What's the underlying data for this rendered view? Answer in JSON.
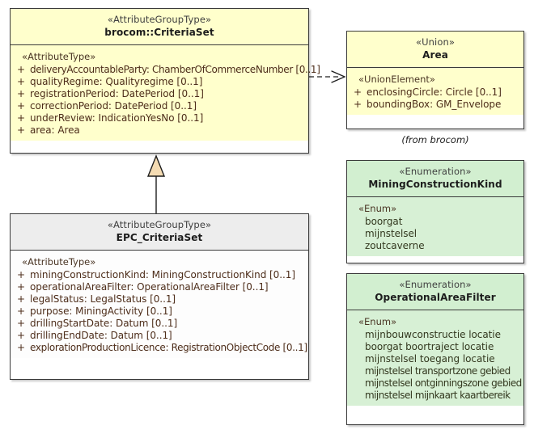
{
  "diagram": {
    "type": "uml-class-diagram",
    "background": "#ffffff",
    "colors": {
      "yellow_fill": "#ffffcc",
      "green_header": "#d2efd0",
      "green_fill": "#d7f0d5",
      "gray_header": "#ededed",
      "white_fill": "#fdfdfd",
      "border": "#3a3a3a",
      "attribute_text": "#4d2d1a",
      "enum_text": "#33381f",
      "generalization_fill": "#f5dcb3"
    }
  },
  "classes": {
    "criteria_set": {
      "stereotype": "«AttributeGroupType»",
      "name": "brocom::CriteriaSet",
      "compartment_stereotype": "«AttributeType»",
      "attributes": [
        {
          "visibility": "+",
          "text": "deliveryAccountableParty: ChamberOfCommerceNumber [0..1]"
        },
        {
          "visibility": "+",
          "text": "qualityRegime: Qualityregime [0..1]"
        },
        {
          "visibility": "+",
          "text": "registrationPeriod: DatePeriod [0..1]"
        },
        {
          "visibility": "+",
          "text": "correctionPeriod: DatePeriod [0..1]"
        },
        {
          "visibility": "+",
          "text": "underReview: IndicationYesNo [0..1]"
        },
        {
          "visibility": "+",
          "text": "area: Area"
        }
      ]
    },
    "epc_criteria_set": {
      "stereotype": "«AttributeGroupType»",
      "name": "EPC_CriteriaSet",
      "compartment_stereotype": "«AttributeType»",
      "attributes": [
        {
          "visibility": "+",
          "text": "miningConstructionKind: MiningConstructionKind [0..1]"
        },
        {
          "visibility": "+",
          "text": "operationalAreaFilter: OperationalAreaFilter [0..1]"
        },
        {
          "visibility": "+",
          "text": "legalStatus: LegalStatus [0..1]"
        },
        {
          "visibility": "+",
          "text": "purpose: MiningActivity [0..1]"
        },
        {
          "visibility": "+",
          "text": "drillingStartDate: Datum [0..1]"
        },
        {
          "visibility": "+",
          "text": "drillingEndDate: Datum [0..1]"
        },
        {
          "visibility": "+",
          "text": "explorationProductionLicence: RegistrationObjectCode [0..1]"
        }
      ]
    },
    "area": {
      "stereotype": "«Union»",
      "name": "Area",
      "compartment_stereotype": "«UnionElement»",
      "attributes": [
        {
          "visibility": "+",
          "text": "enclosingCircle: Circle [0..1]"
        },
        {
          "visibility": "+",
          "text": "boundingBox: GM_Envelope"
        }
      ],
      "package_note": "(from brocom)"
    },
    "mining_construction_kind": {
      "stereotype": "«Enumeration»",
      "name": "MiningConstructionKind",
      "compartment_stereotype": "«Enum»",
      "literals": [
        "boorgat",
        "mijnstelsel",
        "zoutcaverne"
      ]
    },
    "operational_area_filter": {
      "stereotype": "«Enumeration»",
      "name": "OperationalAreaFilter",
      "compartment_stereotype": "«Enum»",
      "literals": [
        "mijnbouwconstructie locatie",
        "boorgat boortraject locatie",
        "mijnstelsel toegang locatie",
        "mijnstelsel transportzone gebied",
        "mijnstelsel ontginningszone gebied",
        "mijnstelsel mijnkaart kaartbereik"
      ]
    }
  },
  "relationships": [
    {
      "kind": "dependency",
      "style": "dashed-open-arrow",
      "source": "brocom::CriteriaSet",
      "target": "Area"
    },
    {
      "kind": "generalization",
      "style": "solid-hollow-triangle",
      "source": "EPC_CriteriaSet",
      "target": "brocom::CriteriaSet"
    }
  ]
}
